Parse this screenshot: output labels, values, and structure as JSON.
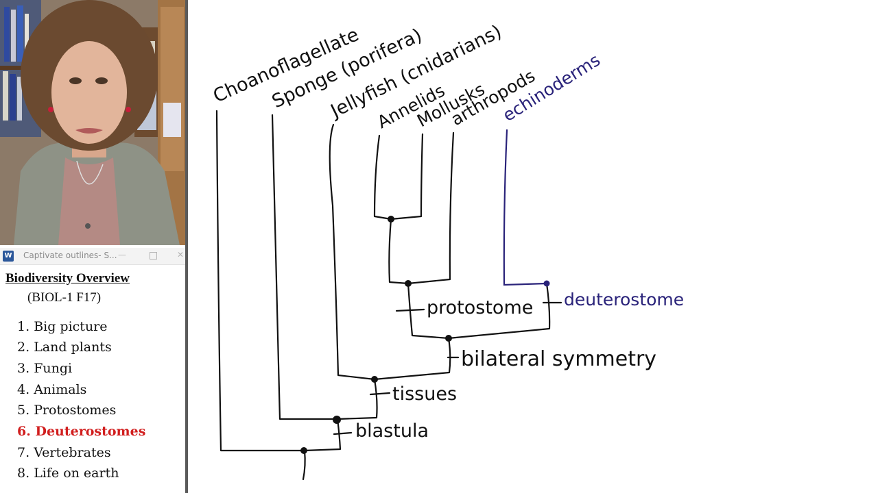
{
  "window": {
    "title": "Captivate outlines- S...",
    "app_icon": "word-icon"
  },
  "document": {
    "title": "Biodiversity Overview",
    "subtitle": "(BIOL-1 F17)",
    "outline": [
      {
        "num": "1.",
        "label": "Big picture",
        "active": false
      },
      {
        "num": "2.",
        "label": "Land plants",
        "active": false
      },
      {
        "num": "3.",
        "label": "Fungi",
        "active": false
      },
      {
        "num": "4.",
        "label": "Animals",
        "active": false
      },
      {
        "num": "5.",
        "label": "Protostomes",
        "active": false
      },
      {
        "num": "6.",
        "label": "Deuterostomes",
        "active": true
      },
      {
        "num": "7.",
        "label": "Vertebrates",
        "active": false
      },
      {
        "num": "8.",
        "label": "Life on earth",
        "active": false
      }
    ],
    "active_color": "#d11e1e"
  },
  "whiteboard": {
    "taxa": {
      "choanoflagellate": "Choanoflagellate",
      "sponge": "Sponge (porifera)",
      "jellyfish": "Jellyfish (cnidarians)",
      "annelids": "Annelids",
      "mollusks": "Mollusks",
      "arthropods": "arthropods",
      "echinoderms": "echinoderms"
    },
    "traits": {
      "protostome": "protostome",
      "deuterostome": "deuterostome",
      "bilateral": "bilateral symmetry",
      "tissues": "tissues",
      "blastula": "blastula"
    },
    "colors": {
      "ink": "#111111",
      "blue_ink": "#2a237a"
    }
  }
}
